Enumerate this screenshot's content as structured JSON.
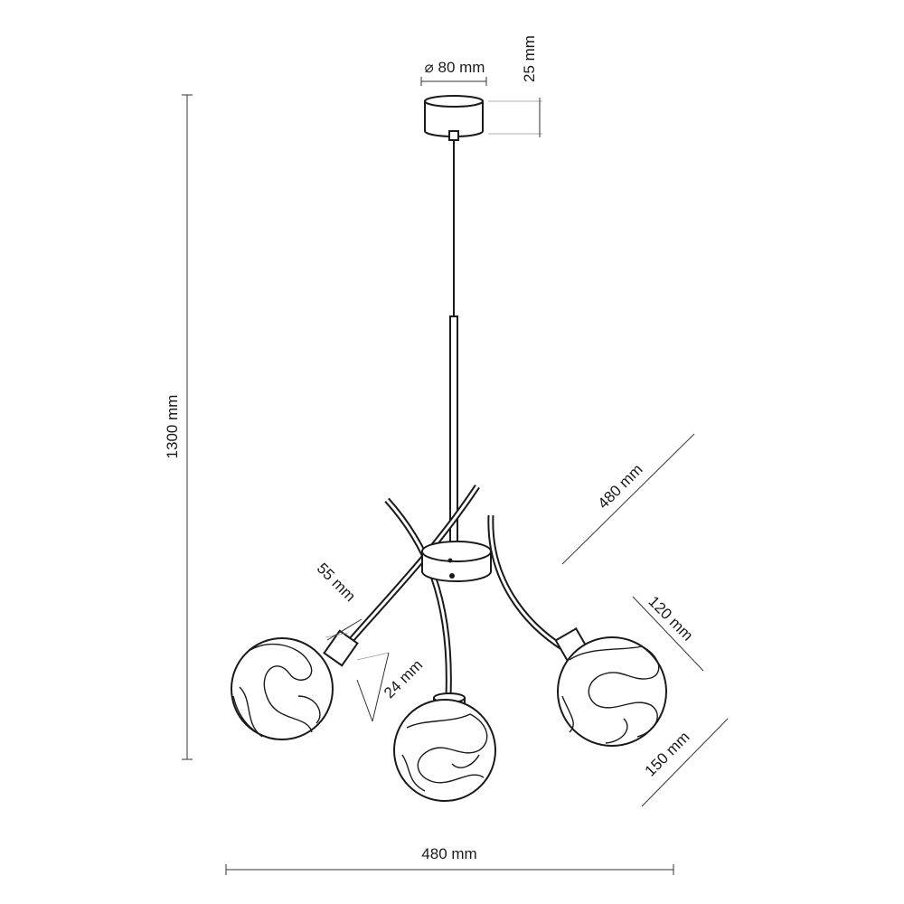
{
  "dimensions": {
    "canopy_diameter": "⌀ 80 mm",
    "canopy_height": "25 mm",
    "total_height": "1300 mm",
    "arm_span_diagonal": "480 mm",
    "holder_length": "55 mm",
    "holder_diameter": "24 mm",
    "shade_height": "120 mm",
    "shade_diameter": "150 mm",
    "total_width": "480 mm"
  },
  "colors": {
    "line": "#1a1a1a",
    "dimension": "#333333",
    "background": "#ffffff"
  }
}
